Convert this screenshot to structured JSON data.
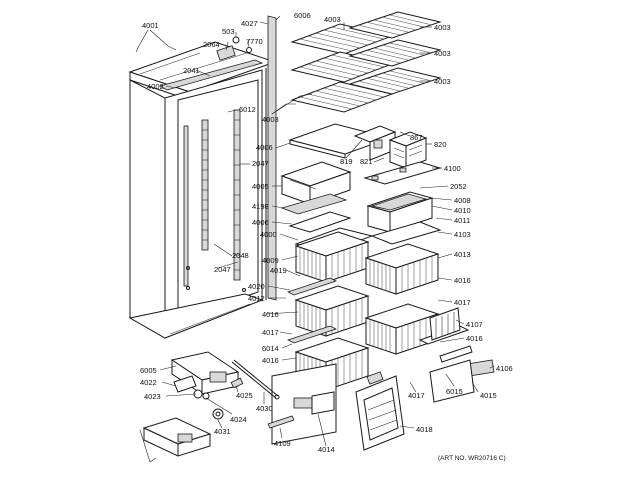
{
  "diagram": {
    "art_number": "(ART NO. WR20716 C)",
    "part_labels": [
      {
        "id": "p4001",
        "text": "4001"
      },
      {
        "id": "p2064",
        "text": "2064"
      },
      {
        "id": "p503",
        "text": "503"
      },
      {
        "id": "p7770",
        "text": "7770"
      },
      {
        "id": "p4027",
        "text": "4027"
      },
      {
        "id": "p6006",
        "text": "6006"
      },
      {
        "id": "p2041",
        "text": "2041"
      },
      {
        "id": "p4002",
        "text": "4002"
      },
      {
        "id": "p6012",
        "text": "6012"
      },
      {
        "id": "p2047a",
        "text": "2047"
      },
      {
        "id": "p2048",
        "text": "2048"
      },
      {
        "id": "p2047b",
        "text": "2047"
      },
      {
        "id": "p4003a",
        "text": "4003"
      },
      {
        "id": "p4003b",
        "text": "4003"
      },
      {
        "id": "p4003c",
        "text": "4003"
      },
      {
        "id": "p4003d",
        "text": "4003"
      },
      {
        "id": "p4003e",
        "text": "4003"
      },
      {
        "id": "p4006",
        "text": "4006"
      },
      {
        "id": "p819",
        "text": "819"
      },
      {
        "id": "p867",
        "text": "867"
      },
      {
        "id": "p820",
        "text": "820"
      },
      {
        "id": "p821",
        "text": "821"
      },
      {
        "id": "p4100",
        "text": "4100"
      },
      {
        "id": "p4005",
        "text": "4005"
      },
      {
        "id": "p2052",
        "text": "2052"
      },
      {
        "id": "p4198",
        "text": "4198"
      },
      {
        "id": "p4008",
        "text": "4008"
      },
      {
        "id": "p4010",
        "text": "4010"
      },
      {
        "id": "p4006b",
        "text": "4006"
      },
      {
        "id": "p4011",
        "text": "4011"
      },
      {
        "id": "p4000",
        "text": "4000"
      },
      {
        "id": "p4103",
        "text": "4103"
      },
      {
        "id": "p4009",
        "text": "4009"
      },
      {
        "id": "p4013",
        "text": "4013"
      },
      {
        "id": "p4019",
        "text": "4019"
      },
      {
        "id": "p4020",
        "text": "4020"
      },
      {
        "id": "p4016a",
        "text": "4016"
      },
      {
        "id": "p4012",
        "text": "4012"
      },
      {
        "id": "p4017a",
        "text": "4017"
      },
      {
        "id": "p4016b",
        "text": "4016"
      },
      {
        "id": "p4107",
        "text": "4107"
      },
      {
        "id": "p4017b",
        "text": "4017"
      },
      {
        "id": "p4016c",
        "text": "4016"
      },
      {
        "id": "p6014",
        "text": "6014"
      },
      {
        "id": "p4016d",
        "text": "4016"
      },
      {
        "id": "p4106",
        "text": "4106"
      },
      {
        "id": "p6005",
        "text": "6005"
      },
      {
        "id": "p4022",
        "text": "4022"
      },
      {
        "id": "p4025",
        "text": "4025"
      },
      {
        "id": "p4017c",
        "text": "4017"
      },
      {
        "id": "p6015",
        "text": "6015"
      },
      {
        "id": "p4015",
        "text": "4015"
      },
      {
        "id": "p4023",
        "text": "4023"
      },
      {
        "id": "p4024",
        "text": "4024"
      },
      {
        "id": "p4030",
        "text": "4030"
      },
      {
        "id": "p4031",
        "text": "4031"
      },
      {
        "id": "p4018",
        "text": "4018"
      },
      {
        "id": "p4109",
        "text": "4109"
      },
      {
        "id": "p4014",
        "text": "4014"
      }
    ]
  }
}
